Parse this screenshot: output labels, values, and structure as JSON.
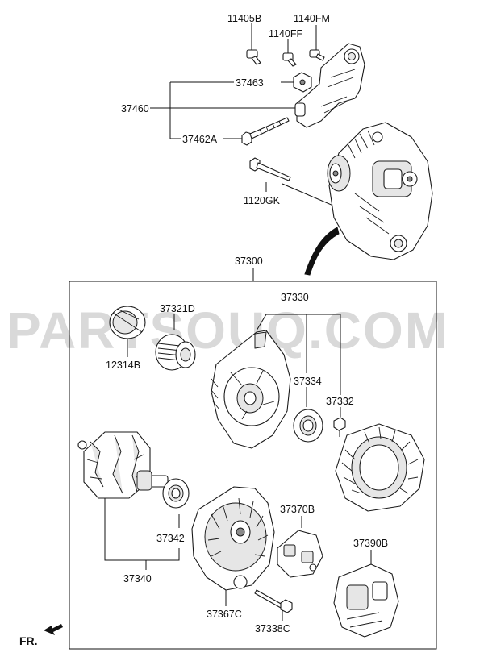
{
  "watermark": "PARTSOUQ.COM",
  "direction_label": "FR.",
  "labels": {
    "p11405B": "11405B",
    "p1140FF": "1140FF",
    "p1140FM": "1140FM",
    "p37463": "37463",
    "p37460": "37460",
    "p37462A": "37462A",
    "p1120GK": "1120GK",
    "p37300": "37300",
    "p37321D": "37321D",
    "p37330": "37330",
    "p12314B": "12314B",
    "p37334": "37334",
    "p37332": "37332",
    "p37370B": "37370B",
    "p37342": "37342",
    "p37390B": "37390B",
    "p37340": "37340",
    "p37367C": "37367C",
    "p37338C": "37338C"
  }
}
